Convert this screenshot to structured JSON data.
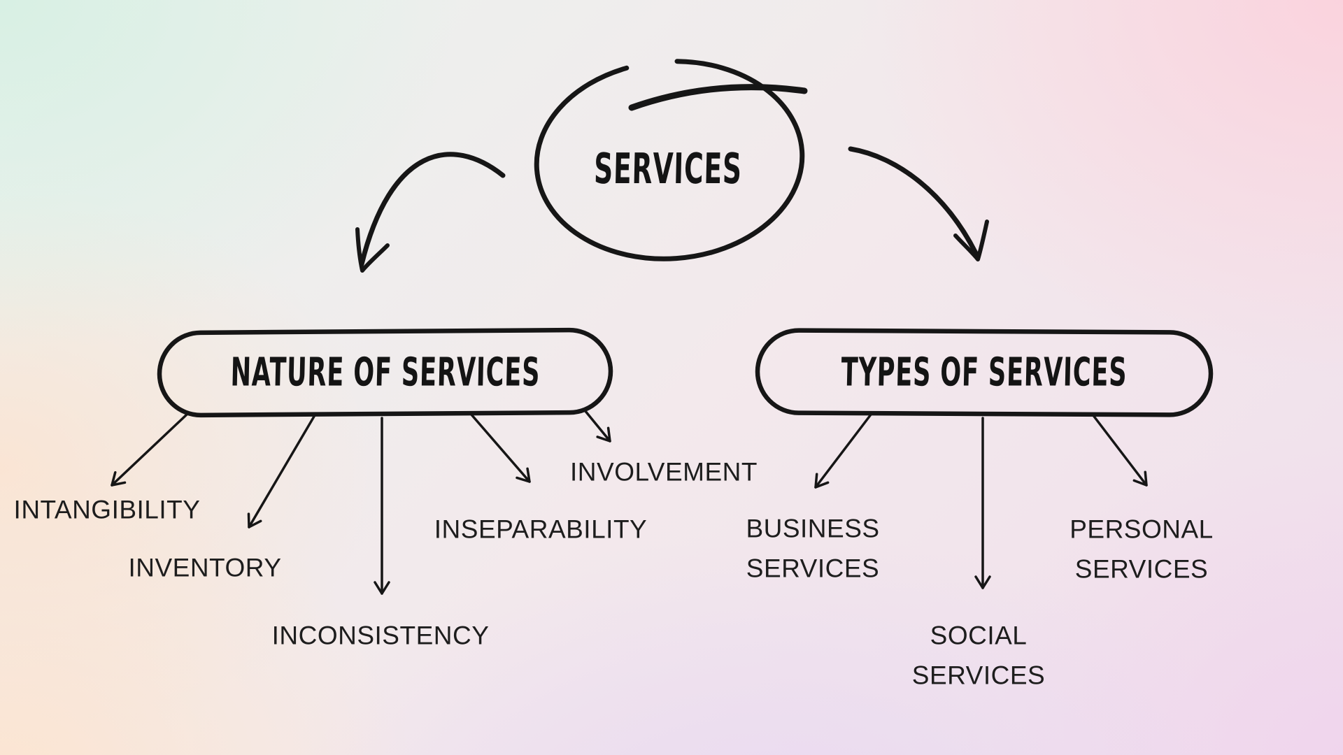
{
  "diagram": {
    "root": {
      "label": "SERVICES"
    },
    "branches": [
      {
        "label": "NATURE OF SERVICES",
        "children": [
          {
            "label": "INTANGIBILITY"
          },
          {
            "label": "INVENTORY"
          },
          {
            "label": "INCONSISTENCY"
          },
          {
            "label": "INSEPARABILITY"
          },
          {
            "label": "INVOLVEMENT"
          }
        ]
      },
      {
        "label": "TYPES OF SERVICES",
        "children": [
          {
            "label": "BUSINESS SERVICES"
          },
          {
            "label": "SOCIAL SERVICES"
          },
          {
            "label": "PERSONAL SERVICES"
          }
        ]
      }
    ],
    "colors": {
      "ink": "#161616",
      "label_text": "#1d1d1d",
      "bg_mint_top_left": "#d7f0e3",
      "bg_pink_top_right": "#fbd2dd",
      "bg_peach_bottom_left": "#fde4cf",
      "bg_lavender_bottom": "#e7d7f2",
      "bg_pink_lavender_bottom_right": "#f0d4ed"
    }
  }
}
